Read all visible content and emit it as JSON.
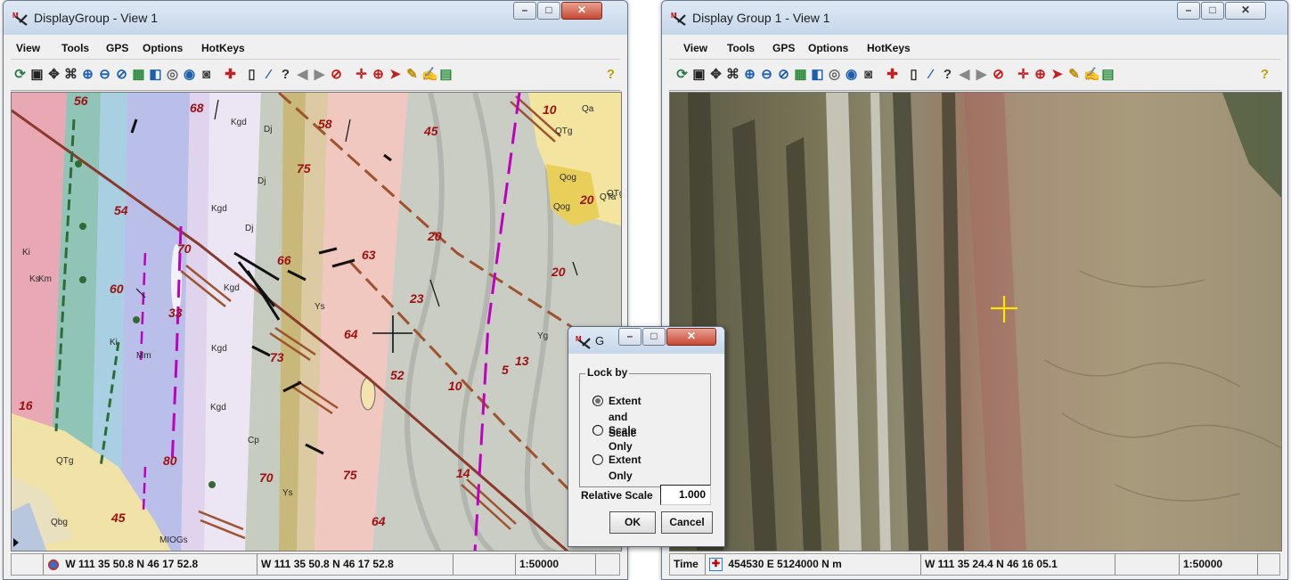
{
  "left_window": {
    "title": "DisplayGroup - View 1",
    "menus": [
      "View",
      "Tools",
      "GPS",
      "Options",
      "HotKeys"
    ],
    "map_labels": {
      "dips": [
        "56",
        "68",
        "58",
        "45",
        "10",
        "20",
        "75",
        "54",
        "70",
        "66",
        "63",
        "20",
        "20",
        "60",
        "23",
        "33",
        "64",
        "73",
        "52",
        "10",
        "5",
        "13",
        "16",
        "80",
        "70",
        "75",
        "14",
        "45",
        "64"
      ],
      "units": [
        "Kgd",
        "Dj",
        "Qa",
        "QTg",
        "Qog",
        "Qog",
        "QTg",
        "Kgd",
        "Dj",
        "Dj",
        "Ki",
        "Kgd",
        "Ks",
        "Km",
        "Ys",
        "Yg",
        "Mm",
        "Ki",
        "Kgd",
        "Kgd",
        "Cp",
        "Ys",
        "QTg",
        "Qbg",
        "MIOGs",
        "QTa"
      ]
    },
    "status": {
      "coord1": "W 111 35 50.8  N 46 17 52.8",
      "coord2": "W 111 35 50.8  N 46 17 52.8",
      "scale": "1:50000"
    }
  },
  "right_window": {
    "title": "Display Group 1 - View 1",
    "menus": [
      "View",
      "Tools",
      "GPS",
      "Options",
      "HotKeys"
    ],
    "status": {
      "time_label": "Time",
      "utm": "454530 E  5124000 N m",
      "latlon": "W 111 35 24.4  N 46 16 05.1",
      "scale": "1:50000"
    }
  },
  "dialog": {
    "title": "G",
    "group_title": "Lock by",
    "options": [
      "Extent and Scale",
      "Scale Only",
      "Extent Only"
    ],
    "selected_option": "Extent and Scale",
    "relative_scale_label": "Relative Scale",
    "relative_scale_value": "1.000",
    "ok_label": "OK",
    "cancel_label": "Cancel"
  },
  "toolbar_icons": [
    "redraw-icon",
    "full-view-icon",
    "pan-icon",
    "zoom-box-icon",
    "zoom-in-icon",
    "zoom-out-icon",
    "zoom-previous-icon",
    "layers-icon",
    "select-icon",
    "database-icon",
    "gps-icon",
    "camera-icon",
    "add-layer-icon",
    "scale-icon",
    "zoom-scale-icon",
    "help-cursor-icon",
    "back-icon",
    "forward-icon",
    "stop-icon",
    "position-icon",
    "zoom-tool-icon",
    "pointer-icon",
    "measure-icon",
    "sketch-icon",
    "legend-icon",
    "help-icon"
  ],
  "colors": {
    "title_bar": "#d4e1f0",
    "close_button": "#c94a35",
    "map_label": "#9e1010",
    "fold_axis": "#c000c0",
    "fault": "#a0522d",
    "crosshair": "#ffe600"
  }
}
